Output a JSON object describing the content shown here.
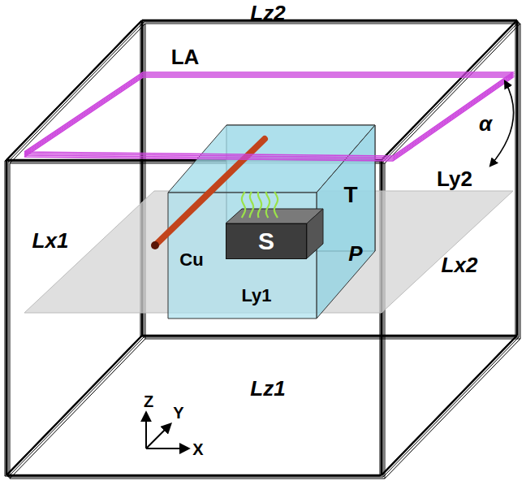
{
  "diagram": {
    "nodes": [
      {
        "text": [
          "T"
        ]
      },
      {
        "text": [
          "S"
        ],
        "in": 0
      }
    ],
    "labels": [
      "Lz2",
      "LA",
      "α",
      "Ly2",
      "Lx1",
      "Cu",
      "P",
      "Ly1",
      "Lx2",
      "Lz1",
      "Z",
      "Y",
      "X"
    ]
  }
}
